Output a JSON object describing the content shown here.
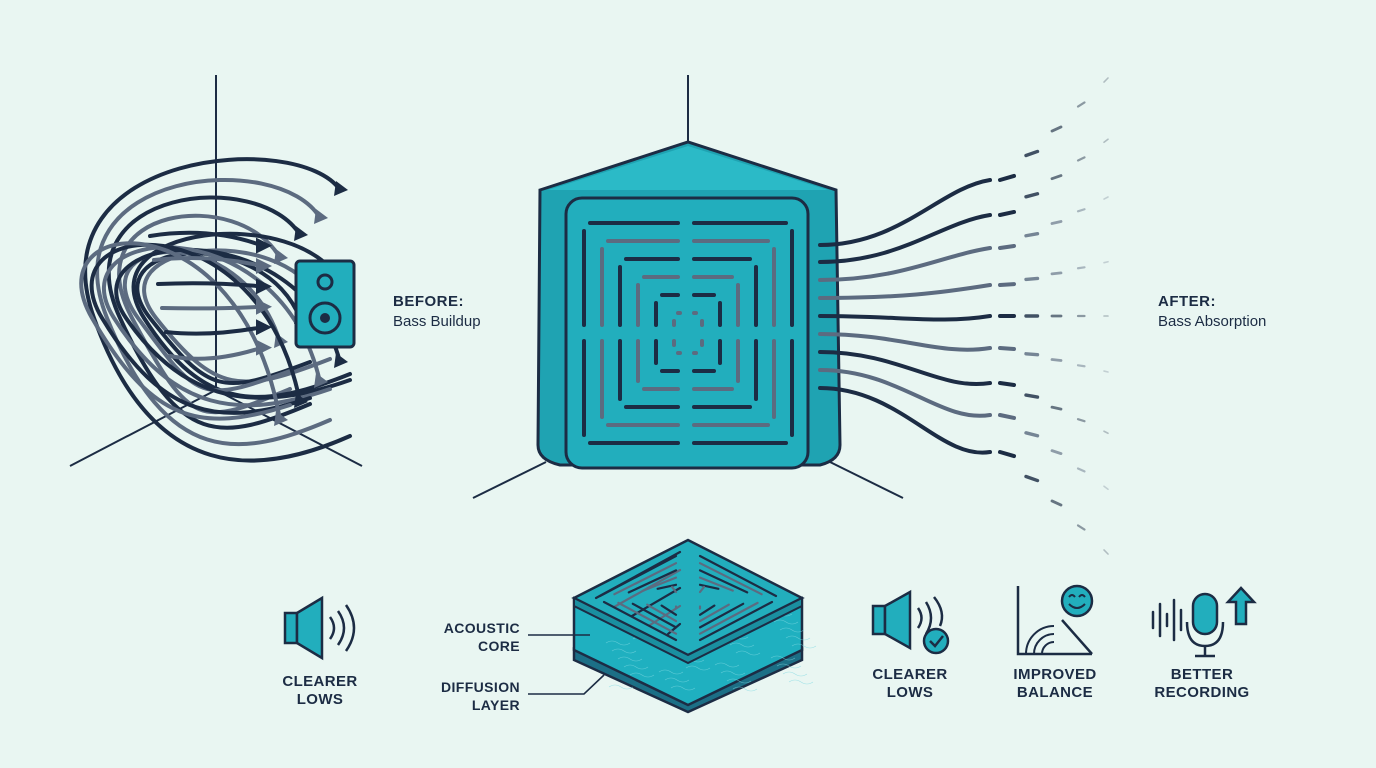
{
  "before": {
    "title": "BEFORE:",
    "subtitle": "Bass Buildup"
  },
  "after": {
    "title": "AFTER:",
    "subtitle": "Bass Absorption"
  },
  "layers": {
    "core_line1": "ACOUSTIC",
    "core_line2": "CORE",
    "diffusion_line1": "DIFFUSION",
    "diffusion_line2": "LAYER"
  },
  "benefits": [
    {
      "line1": "CLEARER",
      "line2": "LOWS",
      "icon": "speaker-sound-icon"
    },
    {
      "line1": "CLEARER",
      "line2": "LOWS",
      "icon": "speaker-check-icon"
    },
    {
      "line1": "IMPROVED",
      "line2": "BALANCE",
      "icon": "corner-smiley-icon"
    },
    {
      "line1": "BETTER",
      "line2": "RECORDING",
      "icon": "microphone-up-icon"
    }
  ],
  "colors": {
    "background": "#e9f6f2",
    "teal": "#22aebd",
    "navy": "#1c2c44",
    "slate": "#5c6b80"
  }
}
